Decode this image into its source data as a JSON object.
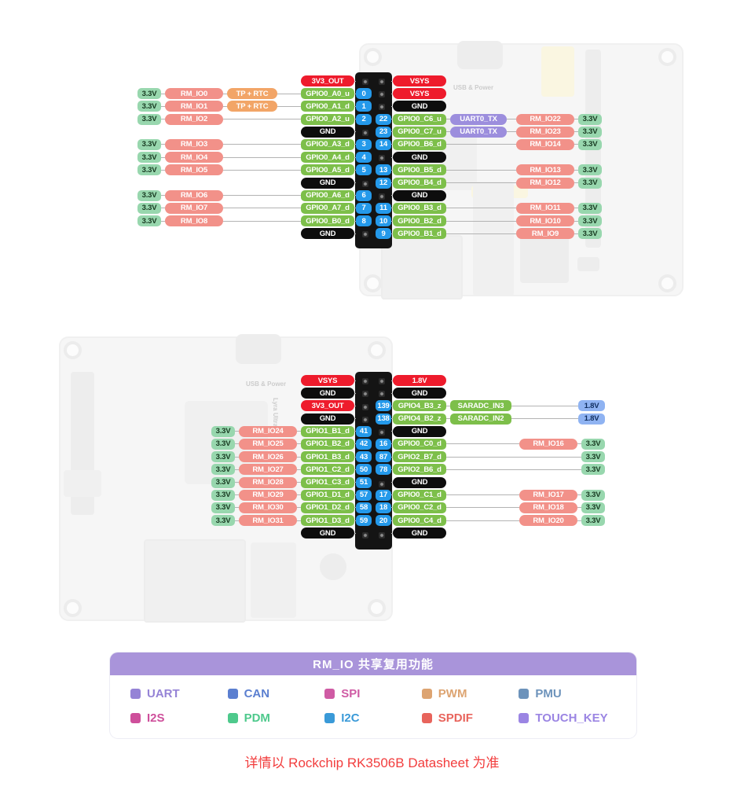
{
  "footnote": "详情以 Rockchip RK3506B Datasheet 为准",
  "legend": {
    "title": "RM_IO 共享复用功能",
    "items": [
      {
        "label": "UART",
        "color": "#9583d6"
      },
      {
        "label": "CAN",
        "color": "#5b7fd0"
      },
      {
        "label": "SPI",
        "color": "#cf5ba4"
      },
      {
        "label": "PWM",
        "color": "#dda471"
      },
      {
        "label": "PMU",
        "color": "#6d93bb"
      },
      {
        "label": "I2S",
        "color": "#ce4f9b"
      },
      {
        "label": "PDM",
        "color": "#4ec98c"
      },
      {
        "label": "I2C",
        "color": "#3a9ad8"
      },
      {
        "label": "SPDIF",
        "color": "#e8645c"
      },
      {
        "label": "TOUCH_KEY",
        "color": "#9b85e3"
      }
    ]
  },
  "boards": {
    "top_label": "USB & Power",
    "bottom_label": "USB & Power",
    "bottom_name": "Lyra Ultra"
  },
  "pinout_top": {
    "left_rows": [
      {
        "pin": null,
        "cells": [
          [
            "3V3_OUT",
            "red"
          ]
        ]
      },
      {
        "pin": "0",
        "cells": [
          [
            "3.3V",
            "mnt"
          ],
          [
            "RM_IO0",
            "pnk"
          ],
          [
            "TP + RTC",
            "org"
          ],
          "~",
          [
            "GPIO0_A0_u",
            "grn"
          ]
        ]
      },
      {
        "pin": "1",
        "cells": [
          [
            "3.3V",
            "mnt"
          ],
          [
            "RM_IO1",
            "pnk"
          ],
          [
            "TP + RTC",
            "org"
          ],
          "~",
          [
            "GPIO0_A1_d",
            "grn"
          ]
        ]
      },
      {
        "pin": "2",
        "cells": [
          [
            "3.3V",
            "mnt"
          ],
          [
            "RM_IO2",
            "pnk"
          ],
          "~",
          [
            "GPIO0_A2_u",
            "grn"
          ]
        ]
      },
      {
        "pin": null,
        "cells": [
          [
            "GND",
            "blk"
          ]
        ]
      },
      {
        "pin": "3",
        "cells": [
          [
            "3.3V",
            "mnt"
          ],
          [
            "RM_IO3",
            "pnk"
          ],
          "~",
          [
            "GPIO0_A3_d",
            "grn"
          ]
        ]
      },
      {
        "pin": "4",
        "cells": [
          [
            "3.3V",
            "mnt"
          ],
          [
            "RM_IO4",
            "pnk"
          ],
          "~",
          [
            "GPIO0_A4_d",
            "grn"
          ]
        ]
      },
      {
        "pin": "5",
        "cells": [
          [
            "3.3V",
            "mnt"
          ],
          [
            "RM_IO5",
            "pnk"
          ],
          "~",
          [
            "GPIO0_A5_d",
            "grn"
          ]
        ]
      },
      {
        "pin": null,
        "cells": [
          [
            "GND",
            "blk"
          ]
        ]
      },
      {
        "pin": "6",
        "cells": [
          [
            "3.3V",
            "mnt"
          ],
          [
            "RM_IO6",
            "pnk"
          ],
          "~",
          [
            "GPIO0_A6_d",
            "grn"
          ]
        ]
      },
      {
        "pin": "7",
        "cells": [
          [
            "3.3V",
            "mnt"
          ],
          [
            "RM_IO7",
            "pnk"
          ],
          "~",
          [
            "GPIO0_A7_d",
            "grn"
          ]
        ]
      },
      {
        "pin": "8",
        "cells": [
          [
            "3.3V",
            "mnt"
          ],
          [
            "RM_IO8",
            "pnk"
          ],
          "~",
          [
            "GPIO0_B0_d",
            "grn"
          ]
        ]
      },
      {
        "pin": null,
        "cells": [
          [
            "GND",
            "blk"
          ]
        ]
      }
    ],
    "right_rows": [
      {
        "pin": null,
        "cells": [
          [
            "VSYS",
            "red"
          ]
        ]
      },
      {
        "pin": null,
        "cells": [
          [
            "VSYS",
            "red"
          ]
        ]
      },
      {
        "pin": null,
        "cells": [
          [
            "GND",
            "blk"
          ]
        ]
      },
      {
        "pin": "22",
        "cells": [
          [
            "GPIO0_C6_u",
            "grn"
          ],
          [
            "UART0_TX",
            "pur"
          ],
          "~",
          [
            "RM_IO22",
            "pnk"
          ],
          [
            "3.3V",
            "mnt"
          ]
        ]
      },
      {
        "pin": "23",
        "cells": [
          [
            "GPIO0_C7_u",
            "grn"
          ],
          [
            "UART0_TX",
            "pur"
          ],
          "~",
          [
            "RM_IO23",
            "pnk"
          ],
          [
            "3.3V",
            "mnt"
          ]
        ]
      },
      {
        "pin": "14",
        "cells": [
          [
            "GPIO0_B6_d",
            "grn"
          ],
          "~",
          [
            "RM_IO14",
            "pnk"
          ],
          [
            "3.3V",
            "mnt"
          ]
        ]
      },
      {
        "pin": null,
        "cells": [
          [
            "GND",
            "blk"
          ]
        ]
      },
      {
        "pin": "13",
        "cells": [
          [
            "GPIO0_B5_d",
            "grn"
          ],
          "~",
          [
            "RM_IO13",
            "pnk"
          ],
          [
            "3.3V",
            "mnt"
          ]
        ]
      },
      {
        "pin": "12",
        "cells": [
          [
            "GPIO0_B4_d",
            "grn"
          ],
          "~",
          [
            "RM_IO12",
            "pnk"
          ],
          [
            "3.3V",
            "mnt"
          ]
        ]
      },
      {
        "pin": null,
        "cells": [
          [
            "GND",
            "blk"
          ]
        ]
      },
      {
        "pin": "11",
        "cells": [
          [
            "GPIO0_B3_d",
            "grn"
          ],
          "~",
          [
            "RM_IO11",
            "pnk"
          ],
          [
            "3.3V",
            "mnt"
          ]
        ]
      },
      {
        "pin": "10",
        "cells": [
          [
            "GPIO0_B2_d",
            "grn"
          ],
          "~",
          [
            "RM_IO10",
            "pnk"
          ],
          [
            "3.3V",
            "mnt"
          ]
        ]
      },
      {
        "pin": "9",
        "cells": [
          [
            "GPIO0_B1_d",
            "grn"
          ],
          "~",
          [
            "RM_IO9",
            "pnk"
          ],
          [
            "3.3V",
            "mnt"
          ]
        ]
      }
    ]
  },
  "pinout_bottom": {
    "left_rows": [
      {
        "pin": null,
        "cells": [
          [
            "VSYS",
            "red"
          ]
        ]
      },
      {
        "pin": null,
        "cells": [
          [
            "GND",
            "blk"
          ]
        ]
      },
      {
        "pin": null,
        "cells": [
          [
            "3V3_OUT",
            "red"
          ]
        ]
      },
      {
        "pin": null,
        "cells": [
          [
            "GND",
            "blk"
          ]
        ]
      },
      {
        "pin": "41",
        "cells": [
          [
            "3.3V",
            "mnt"
          ],
          [
            "RM_IO24",
            "pnk"
          ],
          [
            "GPIO1_B1_d",
            "grn"
          ]
        ]
      },
      {
        "pin": "42",
        "cells": [
          [
            "3.3V",
            "mnt"
          ],
          [
            "RM_IO25",
            "pnk"
          ],
          [
            "GPIO1_B2_d",
            "grn"
          ]
        ]
      },
      {
        "pin": "43",
        "cells": [
          [
            "3.3V",
            "mnt"
          ],
          [
            "RM_IO26",
            "pnk"
          ],
          [
            "GPIO1_B3_d",
            "grn"
          ]
        ]
      },
      {
        "pin": "50",
        "cells": [
          [
            "3.3V",
            "mnt"
          ],
          [
            "RM_IO27",
            "pnk"
          ],
          [
            "GPIO1_C2_d",
            "grn"
          ]
        ]
      },
      {
        "pin": "51",
        "cells": [
          [
            "3.3V",
            "mnt"
          ],
          [
            "RM_IO28",
            "pnk"
          ],
          [
            "GPIO1_C3_d",
            "grn"
          ]
        ]
      },
      {
        "pin": "57",
        "cells": [
          [
            "3.3V",
            "mnt"
          ],
          [
            "RM_IO29",
            "pnk"
          ],
          [
            "GPIO1_D1_d",
            "grn"
          ]
        ]
      },
      {
        "pin": "58",
        "cells": [
          [
            "3.3V",
            "mnt"
          ],
          [
            "RM_IO30",
            "pnk"
          ],
          [
            "GPIO1_D2_d",
            "grn"
          ]
        ]
      },
      {
        "pin": "59",
        "cells": [
          [
            "3.3V",
            "mnt"
          ],
          [
            "RM_IO31",
            "pnk"
          ],
          [
            "GPIO1_D3_d",
            "grn"
          ]
        ]
      },
      {
        "pin": null,
        "cells": [
          [
            "GND",
            "blk"
          ]
        ]
      }
    ],
    "right_rows": [
      {
        "pin": null,
        "cells": [
          [
            "1.8V",
            "red"
          ]
        ]
      },
      {
        "pin": null,
        "cells": [
          [
            "GND",
            "blk"
          ]
        ]
      },
      {
        "pin": "139",
        "cells": [
          [
            "GPIO4_B3_z",
            "grn"
          ],
          [
            "SARADC_IN3",
            "grn2"
          ],
          "~",
          [
            "1.8V",
            "blu"
          ]
        ]
      },
      {
        "pin": "138",
        "cells": [
          [
            "GPIO4_B2_z",
            "grn"
          ],
          [
            "SARADC_IN2",
            "grn2"
          ],
          "~",
          [
            "1.8V",
            "blu"
          ]
        ]
      },
      {
        "pin": null,
        "cells": [
          [
            "GND",
            "blk"
          ]
        ]
      },
      {
        "pin": "16",
        "cells": [
          [
            "GPIO0_C0_d",
            "grn"
          ],
          "~",
          [
            "RM_IO16",
            "pnk"
          ],
          [
            "3.3V",
            "mnt"
          ]
        ]
      },
      {
        "pin": "87",
        "cells": [
          [
            "GPIO2_B7_d",
            "grn"
          ],
          "~",
          [
            "3.3V",
            "mnt"
          ]
        ]
      },
      {
        "pin": "78",
        "cells": [
          [
            "GPIO2_B6_d",
            "grn"
          ],
          "~",
          [
            "3.3V",
            "mnt"
          ]
        ]
      },
      {
        "pin": null,
        "cells": [
          [
            "GND",
            "blk"
          ]
        ]
      },
      {
        "pin": "17",
        "cells": [
          [
            "GPIO0_C1_d",
            "grn"
          ],
          "~",
          [
            "RM_IO17",
            "pnk"
          ],
          [
            "3.3V",
            "mnt"
          ]
        ]
      },
      {
        "pin": "18",
        "cells": [
          [
            "GPIO0_C2_d",
            "grn"
          ],
          "~",
          [
            "RM_IO18",
            "pnk"
          ],
          [
            "3.3V",
            "mnt"
          ]
        ]
      },
      {
        "pin": "20",
        "cells": [
          [
            "GPIO0_C4_d",
            "grn"
          ],
          "~",
          [
            "RM_IO20",
            "pnk"
          ],
          [
            "3.3V",
            "mnt"
          ]
        ]
      },
      {
        "pin": null,
        "cells": [
          [
            "GND",
            "blk"
          ]
        ]
      }
    ]
  }
}
